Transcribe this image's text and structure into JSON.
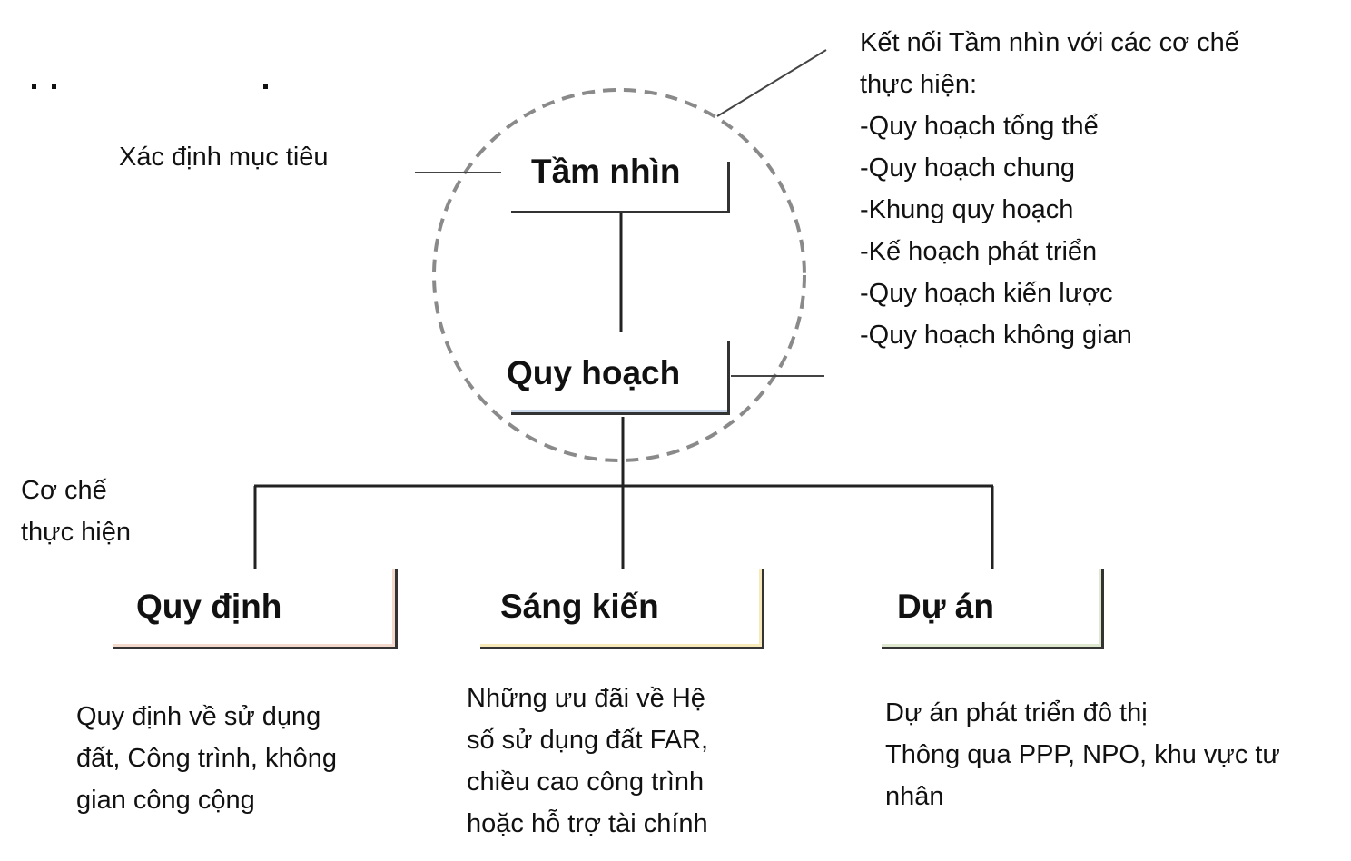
{
  "top": {
    "title": "Tầm nhìn",
    "goal_label": "Xác định mục tiêu"
  },
  "middle": {
    "title": "Quy hoạch"
  },
  "connection_note": {
    "heading_line1": "Kết nối Tầm nhìn với các cơ chế",
    "heading_line2": "thực hiện:",
    "items": [
      "-Quy hoạch tổng thể",
      "-Quy hoạch chung",
      "-Khung quy hoạch",
      "-Kế hoạch phát triển",
      "-Quy hoạch kiến lược",
      "-Quy hoạch không gian"
    ]
  },
  "mechanism_label": {
    "line1": "Cơ chế",
    "line2": "thực hiện"
  },
  "branches": [
    {
      "title": "Quy định",
      "accent": "#f3d9cc",
      "desc": [
        "Quy định về sử dụng",
        "đất, Công trình, không",
        "gian công cộng"
      ]
    },
    {
      "title": "Sáng kiến",
      "accent": "#f7e9b8",
      "desc": [
        "Những ưu đãi về Hệ",
        "số sử dụng đất FAR,",
        "chiều cao công trình",
        "hoặc hỗ trợ tài chính"
      ]
    },
    {
      "title": "Dự án",
      "accent": "#dde8cf",
      "desc": [
        "Dự án phát triển đô thị",
        "Thông qua PPP, NPO, khu vực tư",
        "nhân"
      ]
    }
  ]
}
